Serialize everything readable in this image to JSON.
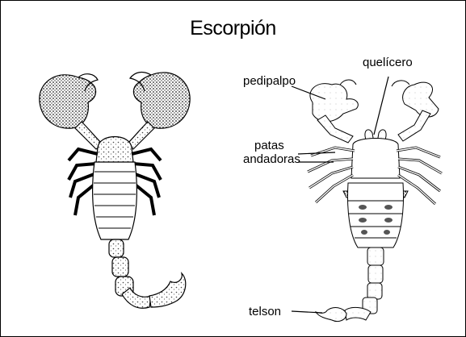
{
  "title": "Escorpión",
  "labels": {
    "quelicero": "quelícero",
    "pedipalpo": "pedipalpo",
    "patas_line1": "patas",
    "patas_line2": "andadoras",
    "telson": "telson"
  },
  "colors": {
    "ink": "#000000",
    "stipple": "#555555",
    "background": "#ffffff"
  }
}
